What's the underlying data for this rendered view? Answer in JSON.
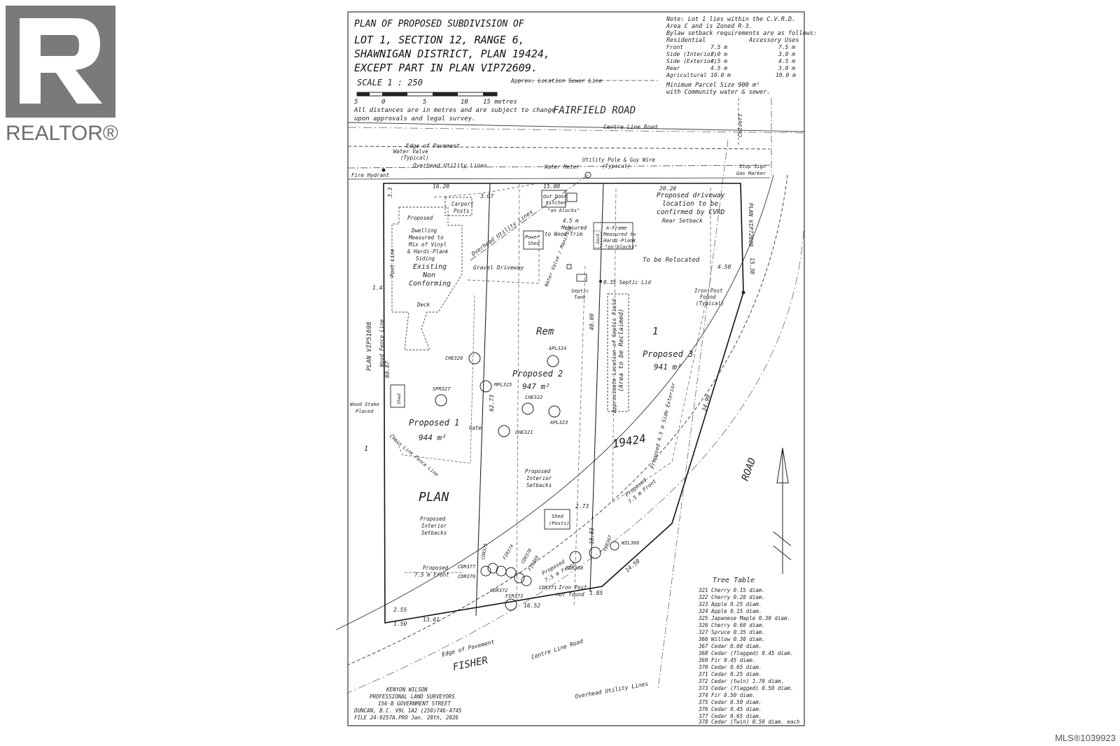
{
  "branding": {
    "logo_text": "REALTOR®",
    "mls_label": "MLS®1039923"
  },
  "title": {
    "line1": "PLAN OF PROPOSED SUBDIVISION OF",
    "line2": "LOT 1,  SECTION 12,  RANGE 6,",
    "line3": "SHAWNIGAN DISTRICT,  PLAN 19424,",
    "line4": "EXCEPT PART IN PLAN VIP72609."
  },
  "scale": {
    "label": "SCALE 1 : 250",
    "ticks": [
      "5",
      "0",
      "5",
      "10",
      "15 metres"
    ],
    "note1": "All distances are in metres and are subject to change",
    "note2": "upon approvals and legal survey."
  },
  "notes": {
    "line1": "Note: Lot 1 lies within the C.V.R.D.",
    "line2": "Area C and is Zoned R-3.",
    "line3": "Bylaw setback requirements are as follows:",
    "col_residential": "Residential",
    "col_accessory": "Accessory Uses",
    "rows": [
      {
        "label": "Front",
        "res": "7.5 m",
        "acc": "7.5 m"
      },
      {
        "label": "Side (Interior)",
        "res": "3.0 m",
        "acc": "3.0 m"
      },
      {
        "label": "Side (Exterior)",
        "res": "4.5 m",
        "acc": "4.5 m"
      },
      {
        "label": "Rear",
        "res": "4.5 m",
        "acc": "3.0 m"
      },
      {
        "label": "Agricultural",
        "res": "10.0 m",
        "acc": "10.0 m"
      }
    ],
    "min_parcel1": "Minimum Parcel Size 900 m²",
    "min_parcel2": "with Community water & sewer."
  },
  "roads": {
    "fairfield": "FAIRFIELD  ROAD",
    "fisher": "FISHER",
    "road": "ROAD",
    "centre_line_top": "Centre Line Road",
    "centre_line_bottom": "Centre Line Road",
    "edge_pavement_top": "Edge of Pavement",
    "edge_pavement_bottom": "Edge of Pavement",
    "sewer": "Approx. Location Sewer Line",
    "overhead_top": "Overhead Utility Lines",
    "overhead_bottom": "Overhead Utility Lines",
    "culvert": "Culvert"
  },
  "labels": {
    "water_valve": "Water Valve",
    "typical": "(Typical)",
    "fire_hydrant": "Fire Hydrant",
    "water_meter": "Water Meter",
    "utility_pole": "Utility Pole & Guy Wire",
    "utility_pole_typ": "(Typical)",
    "stop_sign": "Stop Sign",
    "gas_marker": "Gas Marker",
    "driveway1": "Proposed driveway",
    "driveway2": "location to be",
    "driveway3": "confirmed by CVRD",
    "rear_setback": "Rear Setback",
    "carport": "Carport",
    "posts": "Posts",
    "proposed": "Proposed",
    "dwelling": "Dwelling",
    "measured_to": "Measured to",
    "mix_of": "Mix of Vinyl",
    "hardi": "& Hardi-Plank",
    "siding": "Siding",
    "existing": "Existing",
    "non": "Non",
    "conforming": "Conforming",
    "deck": "Deck",
    "post_line": "Post Line",
    "overhead_utility": "Overhead  Utility  Lines",
    "gravel_driveway": "Gravel  Driveway",
    "outdoor1": "Out Door",
    "outdoor2": "Kitchen",
    "outdoor3": "\"on blocks\"",
    "measured_45a": "4.5 m",
    "measured_45b": "Measured",
    "measured_45c": "to Wood Trim",
    "power1": "Power",
    "power2": "Shed",
    "aframe1": "A-Frame",
    "aframe2": "Measured to",
    "aframe3": "Hardi-Plank",
    "aframe4": "\"on blocks\"",
    "deck2": "Deck",
    "relocated": "To be Relocated",
    "water_valve_manifold": "Water Valve / Manifold",
    "septic1": "Septic",
    "septic2": "Tank",
    "septic_lid": "0.35 Septic Lid",
    "iron_post1": "Iron Post",
    "iron_post2": "Found",
    "iron_post3": "(Typical)",
    "rem": "Rem",
    "lot_1": "1",
    "septic_field": "Approximate Location of Septic Field",
    "reclaimed": "(Area to be Reclaimed)",
    "proposed1": "Proposed  1",
    "area1": "944 m²",
    "proposed2": "Proposed  2",
    "area2": "947 m²",
    "proposed3": "Proposed  3",
    "area3": "941 m²",
    "plan_left": "PLAN VIP51698",
    "plan_right": "PLAN VIP72609",
    "wood_fence": "Wood Fence Line",
    "wood_stake1": "Wood Stake",
    "wood_stake2": "Placed",
    "shed": "Shed",
    "gate": "Gate",
    "chain_link": "Chain Link Fence Line",
    "plan_big": "PLAN",
    "plan_num": "19424",
    "plan_1": "1",
    "interior1a": "Proposed",
    "interior1b": "Interior",
    "interior1c": "Setbacks",
    "interior2a": "Proposed",
    "interior2b": "Interior",
    "interior2c": "Setbacks",
    "shed_posts1": "Shed",
    "shed_posts2": "(Posts)",
    "front1a": "Proposed",
    "front1b": "7.5 m Front",
    "front2a": "Proposed",
    "front2b": "7.5 m Front",
    "front3a": "Proposed",
    "front3b": "7.5 m Front",
    "side_ext": "Proposed 4.5 m Side Exterior",
    "iron_nf1": "Iron Post",
    "iron_nf2": "not found"
  },
  "dims": {
    "d1620": "16.20",
    "d1500": "15.00",
    "d2020": "20.20",
    "d307": "3.07",
    "d33": "3.3",
    "d14": "1.4",
    "d6087": "60.87",
    "d6273": "62.73",
    "d4000": "40.00",
    "d1538": "15.38",
    "d450": "4.50",
    "d3490": "34.90",
    "d273": "2.73",
    "d1883": "18.83",
    "d1450": "14.50",
    "d255": "2.55",
    "d150": "1.50",
    "d1361": "13.61",
    "d1652": "16.52",
    "d185": "1.85"
  },
  "trees": [
    "CHE326",
    "SPR327",
    "MPL325",
    "APL324",
    "CHE322",
    "APL323",
    "CHE321",
    "CDR375",
    "FIR374",
    "CDR370",
    "FIR369",
    "CDR377",
    "CDR376",
    "CDR372",
    "CDR371",
    "FIR373",
    "CDR368",
    "CDR367",
    "WIL366"
  ],
  "tree_table": {
    "title": "Tree Table",
    "rows": [
      "321 Cherry 0.15 diam.",
      "322 Cherry 0.20 diam.",
      "323 Apple  0.25 diam.",
      "324 Apple  0.15 diam.",
      "325 Japanese Maple  0.30 diam.",
      "326 Cherry  0.60 diam.",
      "327 Spruce  0.35 diam.",
      "366 Willow  0.30 diam.",
      "367 Cedar   0.60 diam.",
      "368 Cedar (flagged)  0.45 diam.",
      "369 Fir     0.45 diam.",
      "370 Cedar   0.65 diam.",
      "371 Cedar   0.25 diam.",
      "372 Cedar (twin)  1.70 diam.",
      "373 Cedar (flagged)  0.50 diam.",
      "374 Fir  0.50 diam.",
      "375 Cedar   0.50 diam.",
      "376 Cedar   0.45 diam.",
      "377 Cedar   0.65 diam.",
      "378 Cedar (Twin) 0.50 diam. each"
    ]
  },
  "surveyor": {
    "line1": "KENYON WILSON",
    "line2": "PROFESSIONAL LAND SURVEYORS",
    "line3": "156-B GOVERNMENT STREET",
    "line4": "DUNCAN, B.C.   V9L 1A2   (250)746-4745",
    "line5": "FILE 24-9257A.PRO   Jan. 28th, 2026"
  },
  "colors": {
    "logo": "#7a7a7a",
    "ink": "#222222",
    "paper": "#ffffff"
  }
}
